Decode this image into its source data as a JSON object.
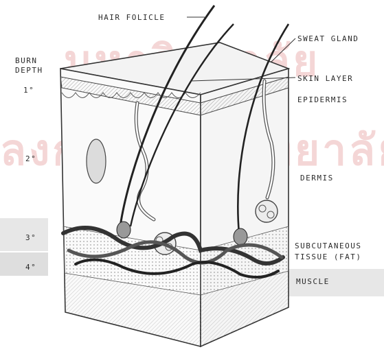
{
  "watermark": {
    "line1": "มหาวิทยาลัย",
    "line2": "ลงกรณ์มหาวิทยาลัย",
    "color": "#f4d6d6"
  },
  "labels": {
    "hair_follicle": "HAIR FOLICLE",
    "sweat_gland": "SWEAT GLAND",
    "skin_layer": "SKIN LAYER",
    "epidermis": "EPIDERMIS",
    "dermis": "DERMIS",
    "subcutaneous_line1": "SUBCUTANEOUS",
    "subcutaneous_line2": "TISSUE (FAT)",
    "muscle": "MUSCLE",
    "burn_depth_line1": "BURN",
    "burn_depth_line2": "DEPTH"
  },
  "burn_degrees": [
    "1°",
    "2°",
    "3°",
    "4°"
  ],
  "colors": {
    "ink": "#2a2a2a",
    "shade_band": "#e7e7e7",
    "tissue_fill": "#f2f2f2"
  }
}
